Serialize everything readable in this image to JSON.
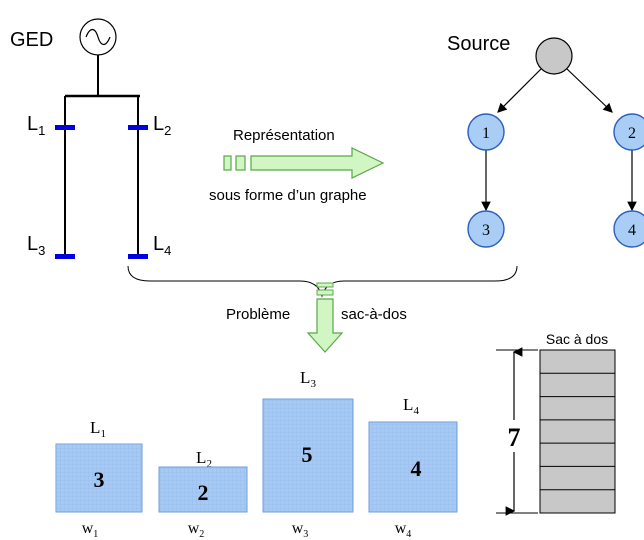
{
  "ged_label": "GED",
  "lines": [
    {
      "label": "L",
      "sub": "1"
    },
    {
      "label": "L",
      "sub": "2"
    },
    {
      "label": "L",
      "sub": "3"
    },
    {
      "label": "L",
      "sub": "4"
    }
  ],
  "representation_label": "Représentation",
  "graph_caption": "sous forme d’un graphe",
  "graph": {
    "source_label": "Source",
    "nodes": [
      "1",
      "2",
      "3",
      "4"
    ]
  },
  "problem_label": "Problème",
  "sac_label": "sac-à-dos",
  "items": [
    {
      "name": "L",
      "name_sub": "1",
      "value": "3",
      "weight": "w",
      "weight_sub": "1"
    },
    {
      "name": "L",
      "name_sub": "2",
      "value": "2",
      "weight": "w",
      "weight_sub": "2"
    },
    {
      "name": "L",
      "name_sub": "3",
      "value": "5",
      "weight": "w",
      "weight_sub": "3"
    },
    {
      "name": "L",
      "name_sub": "4",
      "value": "4",
      "weight": "w",
      "weight_sub": "4"
    }
  ],
  "knapsack": {
    "title": "Sac à dos",
    "capacity": "7"
  },
  "colors": {
    "node_fill": "#a9cdf5",
    "node_stroke": "#2a5fc0",
    "source_fill": "#c8c8c8",
    "item_fill": "#a7c9f2",
    "item_grid": "#7ea9e0",
    "knapsack_fill": "#c8c8c8",
    "arrow_fill": "#d2f5c4",
    "arrow_stroke": "#58a848",
    "line_mark": "#0000e0"
  }
}
